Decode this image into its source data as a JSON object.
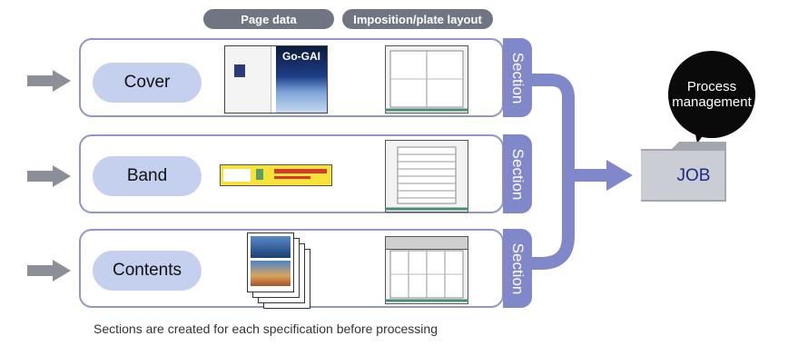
{
  "headers": {
    "page_data": "Page data",
    "imposition": "Imposition/plate layout"
  },
  "rows": [
    {
      "label": "Cover",
      "section": "Section",
      "thumb_title": "Go-GAI"
    },
    {
      "label": "Band",
      "section": "Section"
    },
    {
      "label": "Contents",
      "section": "Section"
    }
  ],
  "bubble": {
    "line1": "Process",
    "line2": "management"
  },
  "job_label": "JOB",
  "caption": "Sections are created for each specification before processing",
  "colors": {
    "row_border": "#8f96c8",
    "label_fill": "#c5d0ee",
    "section_tab": "#8088c9",
    "header_pill": "#6f7682",
    "arrow_gray": "#8a8f98",
    "folder": "#c9cbd2"
  }
}
